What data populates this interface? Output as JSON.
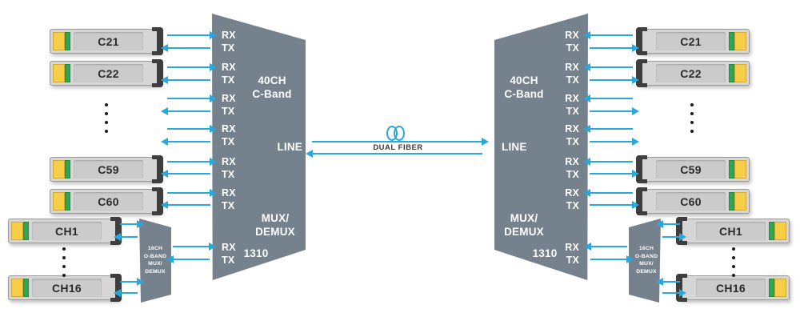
{
  "labels": {
    "rx": "RX",
    "tx": "TX"
  },
  "unit": {
    "band_l1": "40CH",
    "band_l2": "C-Band",
    "line": "LINE",
    "mux_l1": "MUX/",
    "mux_l2": "DEMUX",
    "aux_wavelength": "1310"
  },
  "oband_unit": {
    "l1": "16CH",
    "l2": "O-BAND",
    "l3": "MUX/",
    "l4": "DEMUX"
  },
  "modules": {
    "c21": "C21",
    "c22": "C22",
    "c59": "C59",
    "c60": "C60",
    "ch1": "CH1",
    "ch16": "CH16"
  },
  "link": {
    "label": "DUAL FIBER"
  },
  "colors": {
    "unit_gray": "#75818C",
    "arrow_cyan": "#2AA7DB",
    "module_yellow": "#F7CE46",
    "module_green": "#2FA64F"
  }
}
